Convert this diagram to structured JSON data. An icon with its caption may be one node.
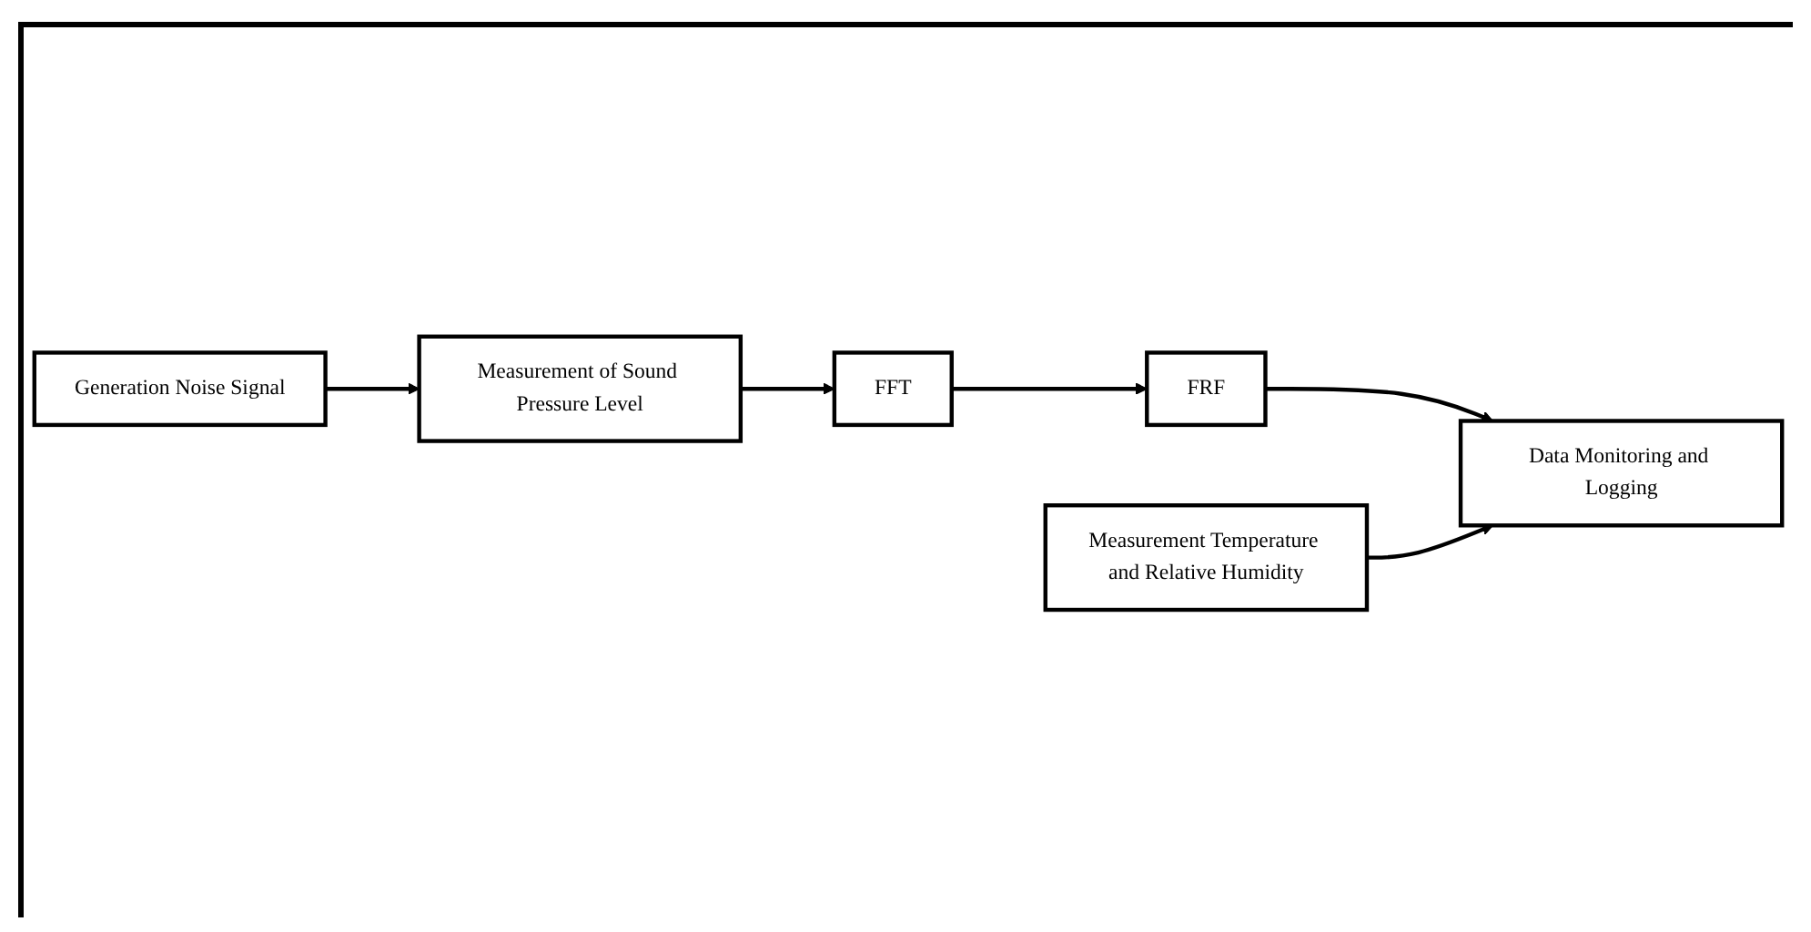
{
  "diagram": {
    "nodes": [
      {
        "text": [
          "Generation Noise Signal"
        ]
      },
      {
        "text": [
          "Measurement of Sound Pressure Level"
        ]
      },
      {
        "text": [
          "FFT"
        ]
      },
      {
        "text": [
          "FRF"
        ]
      },
      {
        "text": [
          "Data Monitoring and Logging"
        ]
      },
      {
        "text": [
          "Measurement Temperature and Relative Humidity"
        ]
      }
    ],
    "edges": [
      {
        "from": 0,
        "to": 1,
        "arrow": "to"
      },
      {
        "from": 1,
        "to": 2,
        "arrow": "to"
      },
      {
        "from": 2,
        "to": 3,
        "arrow": "to"
      },
      {
        "from": 3,
        "to": 4,
        "arrow": "to"
      },
      {
        "from": 5,
        "to": 4,
        "arrow": "to"
      }
    ]
  }
}
